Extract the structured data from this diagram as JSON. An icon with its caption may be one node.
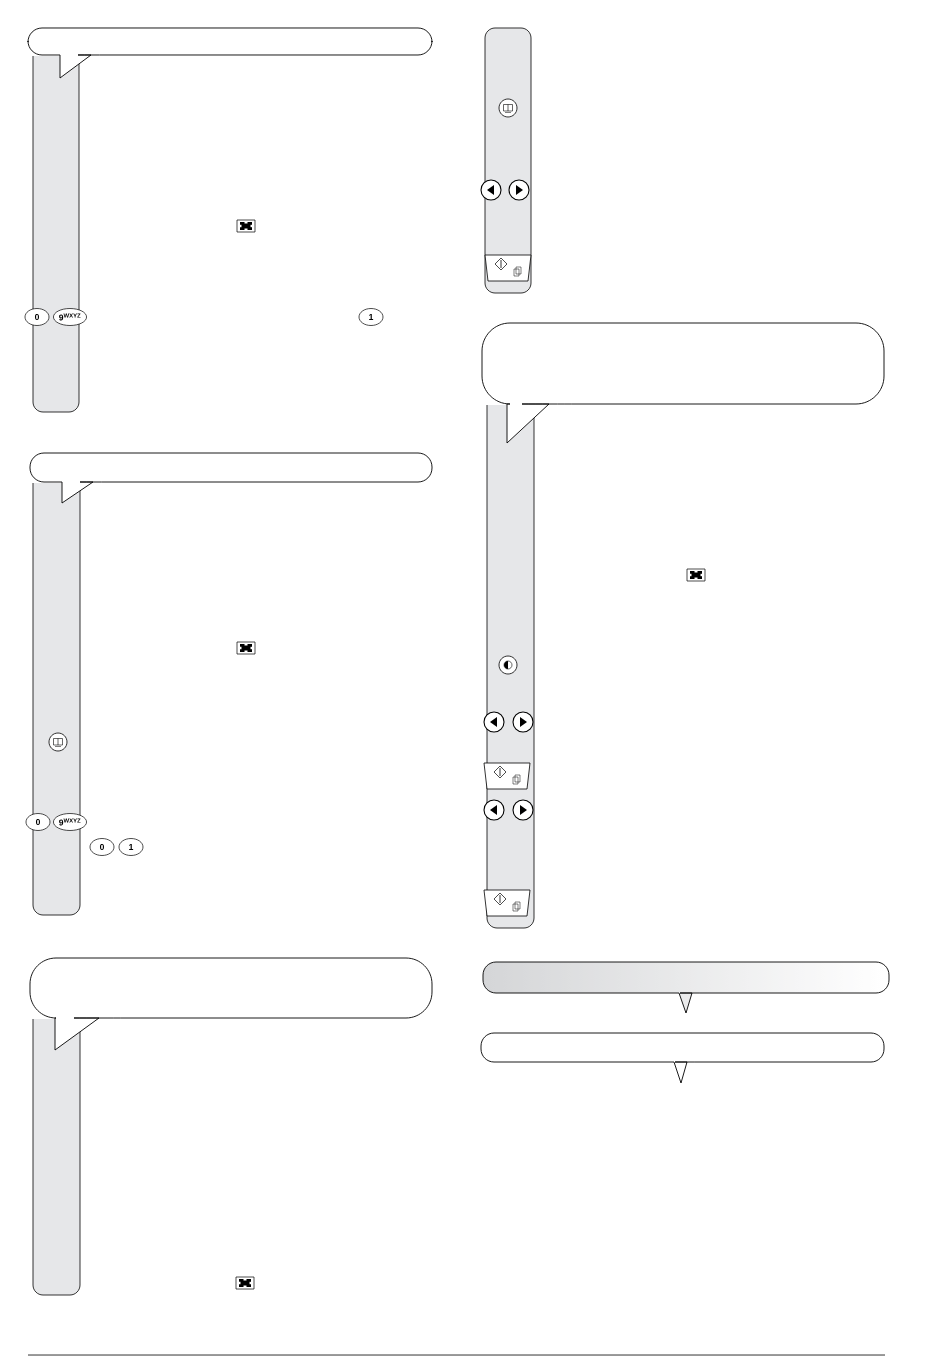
{
  "diagram": {
    "nodes": [
      {
        "text": [],
        "shape": "bar"
      },
      {
        "text": [],
        "shape": "callout"
      },
      {
        "text": [],
        "shape": "bar"
      },
      {
        "text": [],
        "shape": "callout"
      },
      {
        "text": [],
        "shape": "bar"
      },
      {
        "text": [],
        "shape": "callout"
      },
      {
        "text": [],
        "shape": "bar"
      },
      {
        "text": [],
        "shape": "bar"
      },
      {
        "text": [],
        "shape": "callout"
      },
      {
        "text": [],
        "shape": "band"
      },
      {
        "text": [],
        "shape": "callout"
      }
    ],
    "labels": [
      "0",
      "9$^{WXYZ}$",
      "1",
      "0",
      "9$^{WXYZ}$",
      "0",
      "1"
    ]
  }
}
